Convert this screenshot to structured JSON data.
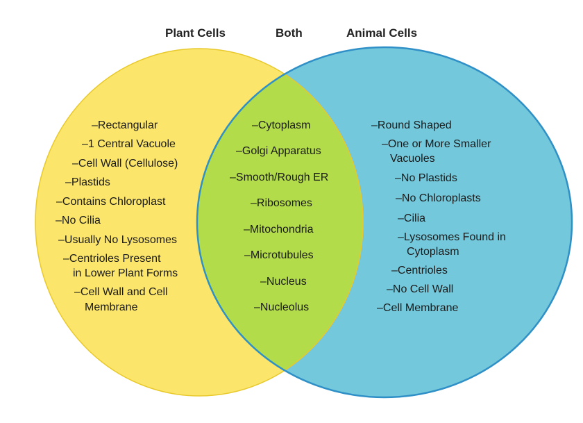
{
  "headers": {
    "plant": "Plant Cells",
    "both": "Both",
    "animal": "Animal Cells"
  },
  "colors": {
    "plant": "#fbe56b",
    "plant_stroke": "#e8c92c",
    "animal": "#74c8db",
    "animal_stroke": "#2f8fc7",
    "overlap": "#b3dc4a"
  },
  "plant_items": [
    "–Rectangular",
    "–1 Central Vacuole",
    "–Cell Wall (Cellulose)",
    "–Plastids",
    "–Contains Chloroplast",
    "–No Cilia",
    "–Usually No Lysosomes",
    "–Centrioles Present",
    "in Lower Plant Forms",
    "–Cell Wall and Cell",
    "Membrane"
  ],
  "both_items": [
    "–Cytoplasm",
    "–Golgi Apparatus",
    "–Smooth/Rough ER",
    "–Ribosomes",
    "–Mitochondria",
    "–Microtubules",
    "–Nucleus",
    "–Nucleolus"
  ],
  "animal_items": [
    "–Round Shaped",
    "–One or More Smaller",
    "Vacuoles",
    "–No Plastids",
    "–No Chloroplasts",
    "–Cilia",
    "–Lysosomes Found in",
    "Cytoplasm",
    "–Centrioles",
    "–No Cell Wall",
    "–Cell Membrane"
  ]
}
